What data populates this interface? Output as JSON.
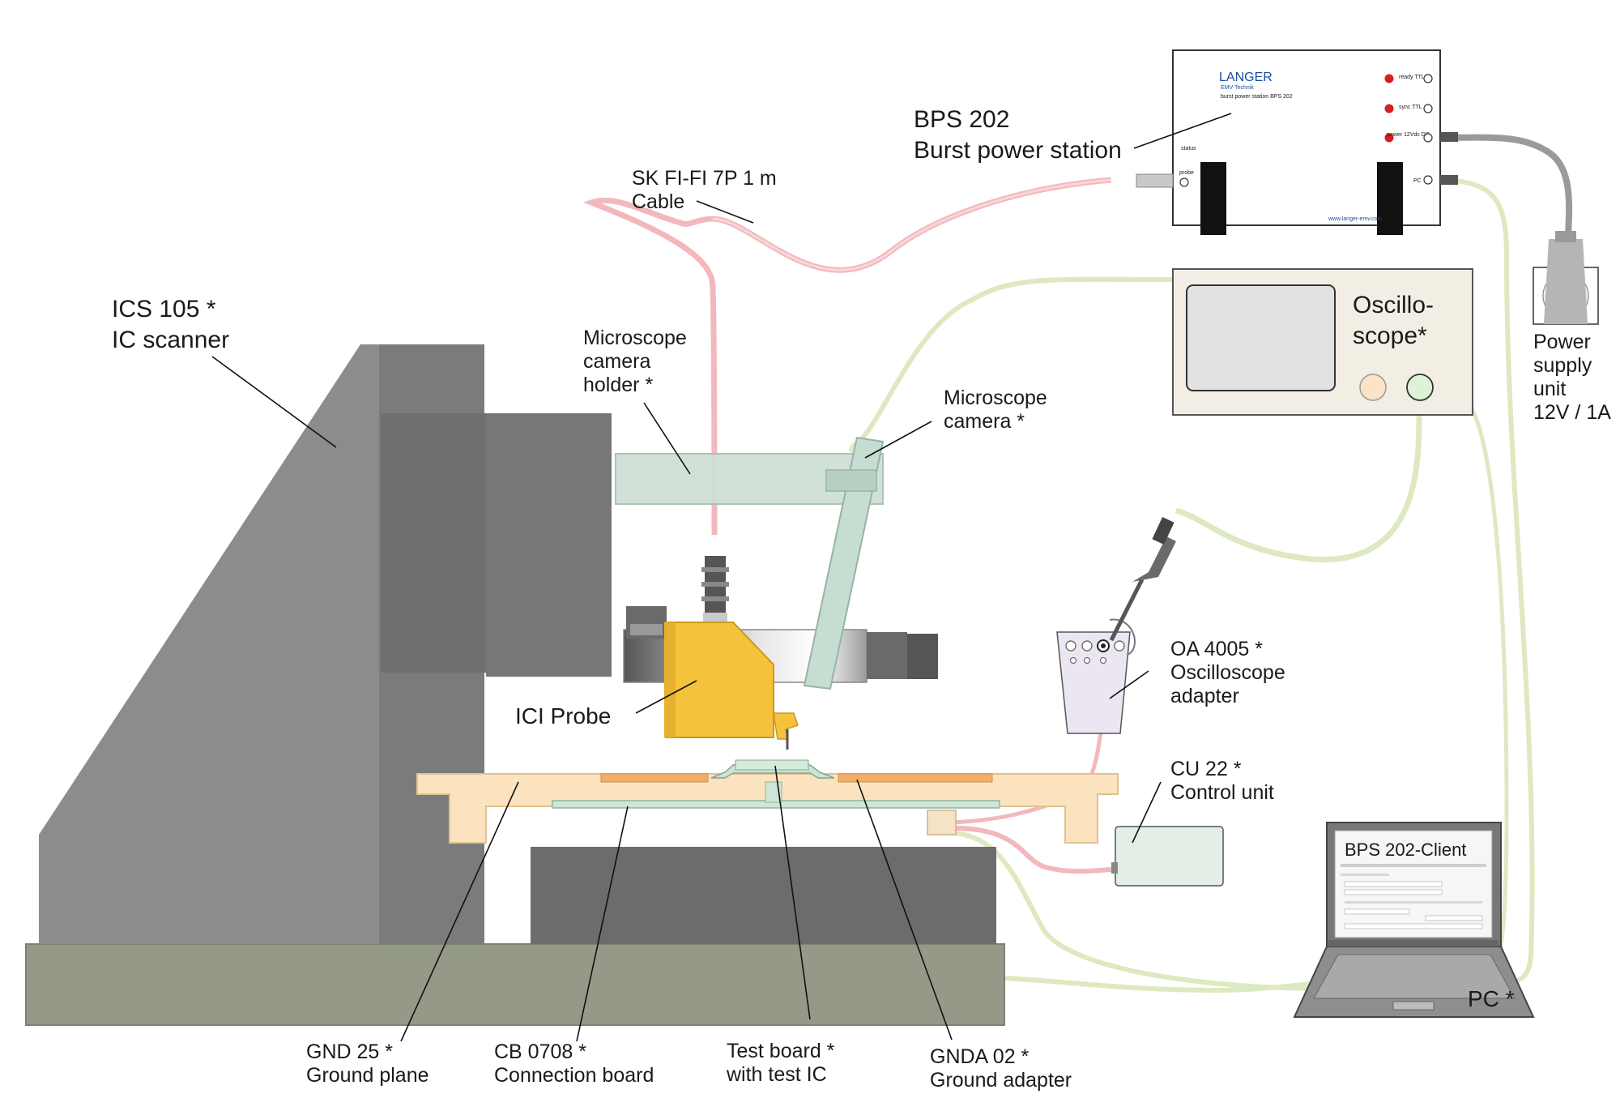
{
  "labels": {
    "ics": [
      "ICS 105 *",
      "IC scanner"
    ],
    "bps": [
      "BPS 202",
      "Burst power station"
    ],
    "cable": [
      "SK FI-FI 7P 1 m",
      "Cable"
    ],
    "mic_holder": [
      "Microscope",
      "camera",
      "holder *"
    ],
    "mic_camera": [
      "Microscope",
      "camera *"
    ],
    "oscilloscope": [
      "Oscillo-",
      "scope*"
    ],
    "power_supply": [
      "Power",
      "supply",
      "unit",
      "12V / 1A"
    ],
    "ici_probe": "ICI Probe",
    "oa": [
      "OA 4005 *",
      "Oscilloscope",
      "adapter"
    ],
    "cu": [
      "CU 22 *",
      "Control unit"
    ],
    "gnd": [
      "GND 25 *",
      "Ground plane"
    ],
    "cb": [
      "CB 0708 *",
      "Connection board"
    ],
    "testboard": [
      "Test board *",
      "with test IC"
    ],
    "gnda": [
      "GNDA 02 *",
      "Ground adapter"
    ],
    "pc": "PC *",
    "pc_screen_title": "BPS 202-Client"
  },
  "bps_panel": {
    "brand": "LANGER",
    "brand_sub": "EMV-Technik",
    "model": "burst power station BPS 202",
    "status_label": "status",
    "probe_label": "probe",
    "ports": [
      "ready TTL",
      "sync TTL",
      "power 12Vdc DC",
      "PC"
    ],
    "url": "www.langer-emv.com"
  },
  "colors": {
    "scanner_gray": "#8c8c8c",
    "base_green_gray": "#959a88",
    "ground_plane": "#fbe3bf",
    "probe_yellow": "#f5c23c",
    "cable_pink": "#f2b8bc",
    "cable_green": "#dde9c0",
    "cable_gray": "#9a9a9a"
  }
}
